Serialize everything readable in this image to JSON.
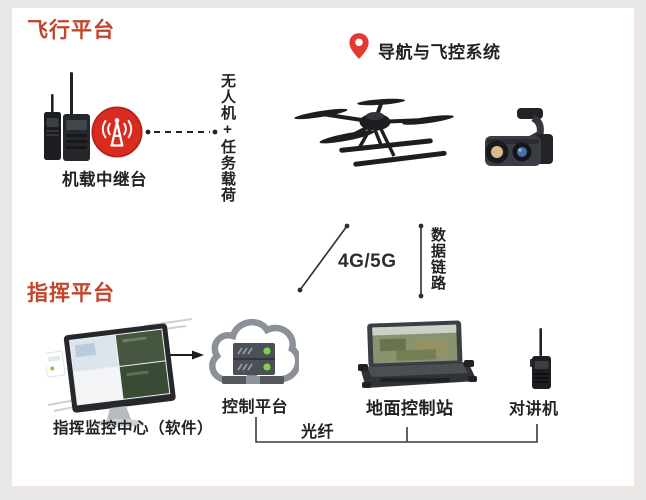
{
  "sections": {
    "flight_platform_title": "飞行平台",
    "command_platform_title": "指挥平台"
  },
  "flight": {
    "relay_label": "机载中继台",
    "uav_payload_vertical": "无人机+任务载荷",
    "nav_flight_control_label": "导航与飞控系统"
  },
  "links": {
    "cellular_label": "4G/5G",
    "data_link_vertical": "数据链路",
    "fiber_label": "光纤"
  },
  "command": {
    "monitor_center_label": "指挥监控中心（软件）",
    "control_platform_label": "控制平台",
    "ground_station_label": "地面控制站",
    "walkie_talkie_label": "对讲机"
  },
  "colors": {
    "title_red": "#c2462e",
    "broadcast_icon_red": "#d92b20",
    "pin_red": "#e23a2e",
    "text_dark": "#222222",
    "line_dark": "#333333",
    "cloud_gray": "#8b9197",
    "server_dark": "#4b4f56",
    "led_green": "#7ed348"
  }
}
